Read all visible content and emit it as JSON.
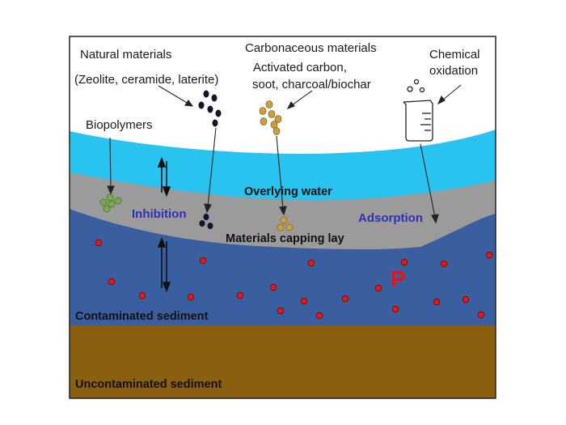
{
  "labels": {
    "natural_materials": "Natural materials",
    "natural_examples": "(Zeolite, ceramide, laterite)",
    "carbonaceous_materials": "Carbonaceous materials",
    "carbon_line1": "Activated carbon,",
    "carbon_line2": "soot, charcoal/biochar",
    "chemical_line1": "Chemical",
    "chemical_line2": "oxidation",
    "biopolymers": "Biopolymers",
    "overlying_water": "Overlying water",
    "inhibition": "Inhibition",
    "adsorption": "Adsorption",
    "capping_layer": "Materials capping lay",
    "phosphorus": "P",
    "contaminated": "Contaminated sediment",
    "uncontaminated": "Uncontaminated sediment"
  },
  "colors": {
    "water": "#29c3f0",
    "capping": "#9b9b9b",
    "contaminated": "#3a5fa0",
    "uncontaminated": "#8a6010",
    "particle_natural": "#10152a",
    "particle_carbon": "#c8a040",
    "particle_biopolymer": "#7aa84a",
    "phosphorus_dot": "#e81818",
    "label_blue": "#2f2fb8"
  },
  "icons": [
    "beaker-icon",
    "exchange-arrows-icon"
  ]
}
